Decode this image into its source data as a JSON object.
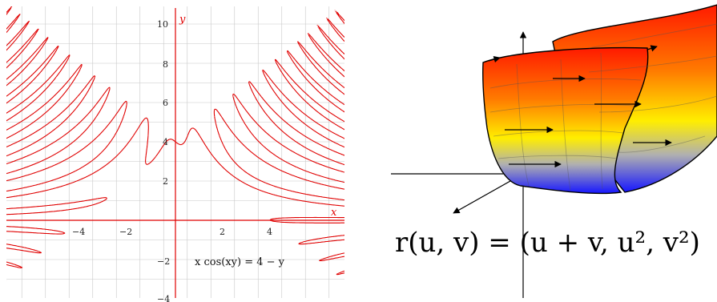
{
  "colors": {
    "curve": "#e00000",
    "grid": "#c8c8c8",
    "surface_top": "#ff1a00",
    "surface_mid": "#ffee00",
    "surface_bottom": "#1616ff"
  },
  "plot": {
    "y_axis_label": "y",
    "x_axis_label": "x",
    "x_tick_labels": [
      "−4",
      "−2",
      "2",
      "4"
    ],
    "y_tick_labels": [
      "10",
      "8",
      "6",
      "4",
      "2",
      "−2",
      "−4"
    ],
    "equation": "x cos(xy) = 4 − y"
  },
  "surface": {
    "equation": "r(u, v) = (u + v, u², v²)"
  }
}
